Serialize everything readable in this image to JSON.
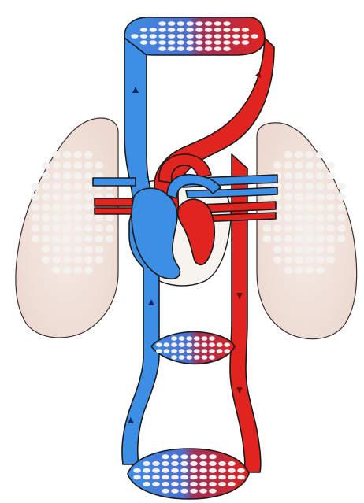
{
  "diagram": {
    "kind": "circulatory-system-illustration",
    "labels": [],
    "colors": {
      "background": "#ffffff",
      "venous": "#3d8fe6",
      "venous_dark": "#1f5fb8",
      "arterial": "#e0241f",
      "arterial_dark": "#a8121a",
      "lung_fill": "#f2e6e0",
      "lung_edge": "#3a3030",
      "pericardium": "#f7f4f0",
      "outline": "#1a1a1a"
    },
    "parts": [
      "upper-capillary-bed",
      "left-lung",
      "right-lung",
      "heart",
      "middle-capillary-bed",
      "lower-capillary-bed",
      "venous-trunk",
      "arterial-trunk",
      "pulmonary-vessels"
    ]
  }
}
